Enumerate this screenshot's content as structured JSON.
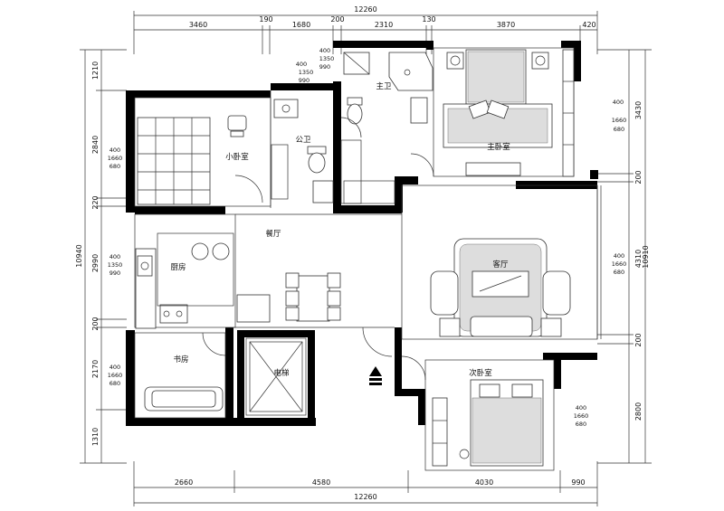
{
  "top_total": "12260",
  "top_dims": [
    "3460",
    "190",
    "1680",
    "200",
    "2310",
    "130",
    "3870",
    "420"
  ],
  "bottom_total": "12260",
  "bottom_dims": [
    "2660",
    "4580",
    "4030",
    "990"
  ],
  "left_dims": [
    "1210",
    "2840",
    "220",
    "2990",
    "200",
    "2170",
    "1310"
  ],
  "left_total": "10940",
  "right_dims": [
    "3430",
    "200",
    "4310",
    "200",
    "2800"
  ],
  "right_total": "10910",
  "rooms": {
    "small_bedroom": "小卧室",
    "public_bath": "公卫",
    "master_bath": "主卫",
    "master_bedroom": "主卧室",
    "dining": "餐厅",
    "kitchen": "厨房",
    "living": "客厅",
    "study": "书房",
    "elevator": "电梯",
    "second_bedroom": "次卧室"
  },
  "windows": {
    "w1": [
      "400",
      "1350",
      "990"
    ],
    "w2": [
      "400",
      "1350",
      "990"
    ],
    "w3": [
      "400",
      "1660",
      "680"
    ],
    "w4": [
      "400",
      "1660",
      "680"
    ],
    "w5": [
      "400",
      "1350",
      "990"
    ],
    "w6": [
      "400",
      "1660",
      "680"
    ],
    "w7": [
      "400",
      "1660",
      "680"
    ],
    "w8": [
      "400",
      "1660",
      "680"
    ]
  }
}
